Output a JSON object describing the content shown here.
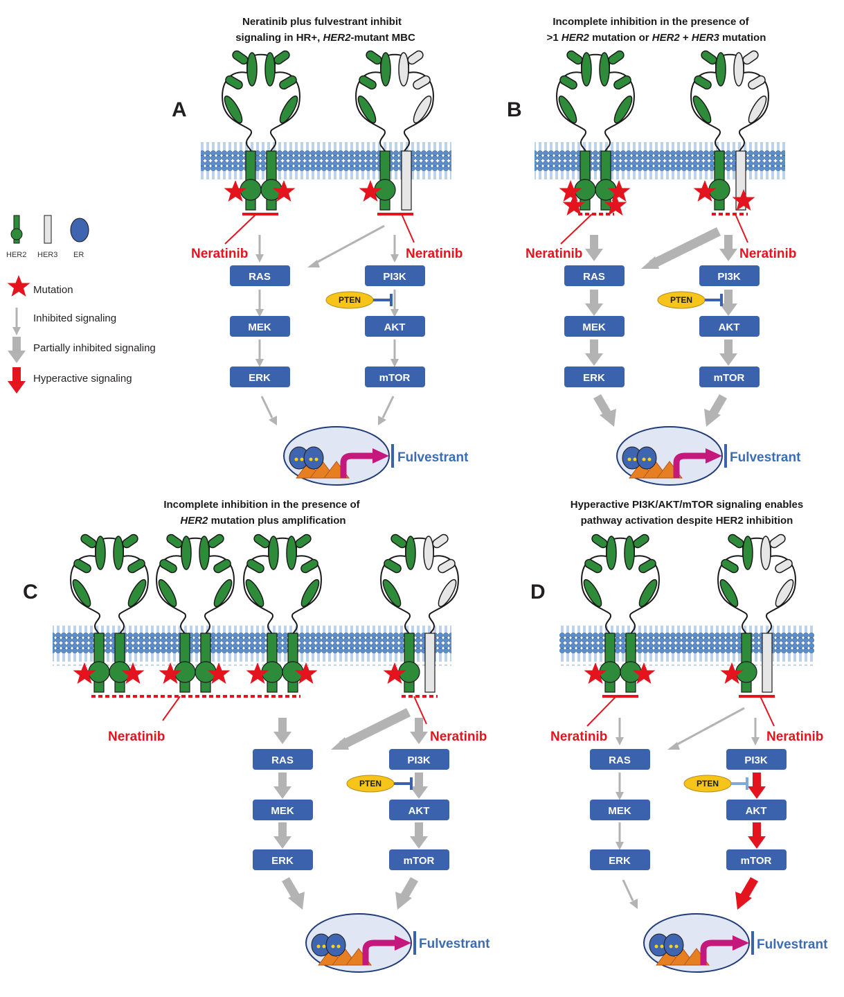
{
  "legend": {
    "her2_label": "HER2",
    "her3_label": "HER3",
    "er_label": "ER",
    "mutation": "Mutation",
    "inhibited": "Inhibited signaling",
    "partial": "Partially inhibited signaling",
    "hyperactive": "Hyperactive signaling"
  },
  "colors": {
    "her2_green": "#2e8b3a",
    "her3_grey": "#e6e6e6",
    "node_blue": "#3b62ad",
    "inhibitor_red": "#e3141e",
    "pten_yellow": "#f7c51a",
    "nucleus_fill": "#e0e6f3",
    "transcription_magenta": "#c4187d",
    "er_blue": "#3f65b0",
    "arrow_grey": "#b3b3b3",
    "membrane_blue": "#5b8fcc"
  },
  "panels": {
    "A": {
      "letter": "A",
      "title_line1": "Neratinib plus fulvestrant inhibit",
      "title_line2_pre": "signaling in HR+, ",
      "title_line2_em": "HER2",
      "title_line2_post": "-mutant MBC",
      "neratinib_left": "Neratinib",
      "neratinib_right": "Neratinib",
      "fulvestrant": "Fulvestrant"
    },
    "B": {
      "letter": "B",
      "title_line1": "Incomplete inhibition in the presence of",
      "title_line2_a": ">1 ",
      "title_line2_b": "HER2",
      "title_line2_c": " mutation or ",
      "title_line2_d": "HER2",
      "title_line2_e": " + ",
      "title_line2_f": "HER3",
      "title_line2_g": " mutation",
      "neratinib_left": "Neratinib",
      "neratinib_right": "Neratinib",
      "fulvestrant": "Fulvestrant"
    },
    "C": {
      "letter": "C",
      "title_line1": "Incomplete inhibition in the presence of",
      "title_line2_em": "HER2",
      "title_line2_post": " mutation plus amplification",
      "neratinib_left": "Neratinib",
      "neratinib_right": "Neratinib",
      "fulvestrant": "Fulvestrant"
    },
    "D": {
      "letter": "D",
      "title_line1": "Hyperactive PI3K/AKT/mTOR signaling enables",
      "title_line2": "pathway activation despite HER2 inhibition",
      "neratinib_left": "Neratinib",
      "neratinib_right": "Neratinib",
      "fulvestrant": "Fulvestrant"
    }
  },
  "nodes": {
    "ras": "RAS",
    "mek": "MEK",
    "erk": "ERK",
    "pi3k": "PI3K",
    "akt": "AKT",
    "mtor": "mTOR",
    "pten": "PTEN"
  }
}
